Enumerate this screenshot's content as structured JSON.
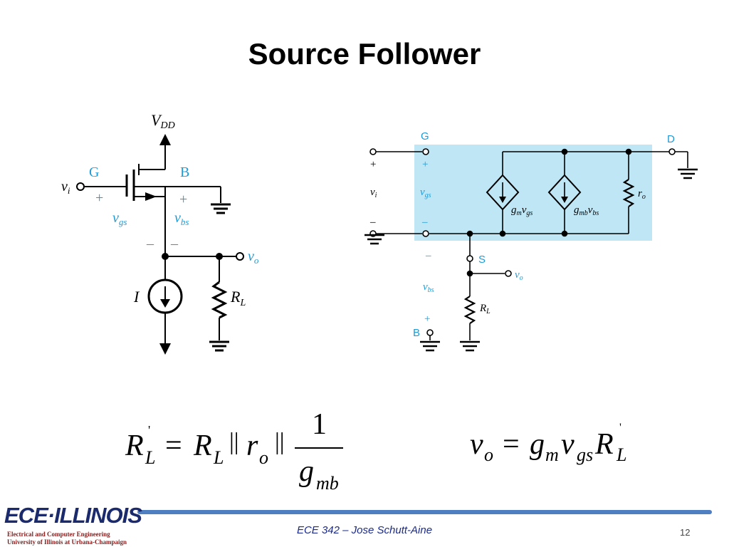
{
  "slide": {
    "title": "Source Follower",
    "page_number": "12",
    "footer_course": "ECE 342 – Jose Schutt-Aine",
    "logo": {
      "main": "ECE·ILLINOIS",
      "line1": "Electrical and Computer Engineering",
      "line2": "University of Illinois at Urbana-Champaign"
    }
  },
  "colors": {
    "label_blue": "#1e9bd7",
    "model_box": "#bfe6f5",
    "wire": "#000000",
    "footer_bar": "#4f7fc1"
  },
  "circuit_left": {
    "vdd": "V",
    "vdd_sub": "DD",
    "gate": "G",
    "body": "B",
    "vi": "v",
    "vi_sub": "i",
    "plus_gs": "+",
    "plus_bs": "+",
    "vgs": "v",
    "vgs_sub": "gs",
    "vbs": "v",
    "vbs_sub": "bs",
    "minus_gs": "–",
    "minus_bs": "–",
    "vo": "v",
    "vo_sub": "o",
    "current": "I",
    "rl": "R",
    "rl_sub": "L"
  },
  "circuit_right": {
    "gate": "G",
    "drain": "D",
    "source": "S",
    "body": "B",
    "plus_i": "+",
    "plus_gs": "+",
    "vi": "v",
    "vi_sub": "i",
    "vgs": "v",
    "vgs_sub": "gs",
    "minus_i": "–",
    "minus_gs": "–",
    "gm": "g",
    "gm_sub": "m",
    "gm_v": "v",
    "gm_v_sub": "gs",
    "gmb": "g",
    "gmb_sub": "mb",
    "gmb_v": "v",
    "gmb_v_sub": "bs",
    "ro": "r",
    "ro_sub": "o",
    "minus_bs": "–",
    "vbs": "v",
    "vbs_sub": "bs",
    "plus_bs": "+",
    "vo": "v",
    "vo_sub": "o",
    "rl": "R",
    "rl_sub": "L"
  },
  "equations": {
    "left": {
      "lhs": "R",
      "lhs_prime": "'",
      "lhs_sub": "L",
      "eq": "=",
      "r1": "R",
      "r1_sub": "L",
      "par1": "||",
      "r2": "r",
      "r2_sub": "o",
      "par2": "||",
      "num": "1",
      "den": "g",
      "den_sub": "mb"
    },
    "right": {
      "lhs": "v",
      "lhs_sub": "o",
      "eq": "=",
      "g": "g",
      "g_sub": "m",
      "v": "v",
      "v_sub": "gs",
      "r": "R",
      "r_prime": "'",
      "r_sub": "L"
    }
  }
}
